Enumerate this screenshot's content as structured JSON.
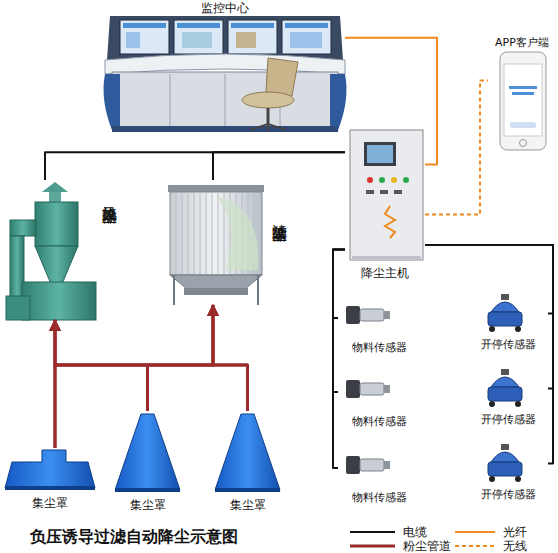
{
  "diagram": {
    "caption": "负压诱导过滤自动降尘示意图",
    "nodes": [
      {
        "text": [
          "监控中心"
        ]
      },
      {
        "text": [
          "APP客户端"
        ]
      },
      {
        "text": [
          "旋风除尘器"
        ]
      },
      {
        "text": [
          "滤袋除尘器"
        ]
      },
      {
        "text": [
          "降尘主机"
        ]
      },
      {
        "text": [
          "物料传感器"
        ]
      },
      {
        "text": [
          "开停传感器"
        ]
      },
      {
        "text": [
          "物料传感器"
        ]
      },
      {
        "text": [
          "开停传感器"
        ]
      },
      {
        "text": [
          "物料传感器"
        ]
      },
      {
        "text": [
          "开停传感器"
        ]
      },
      {
        "text": [
          "集尘罩"
        ]
      },
      {
        "text": [
          "集尘罩"
        ]
      },
      {
        "text": [
          "集尘罩"
        ]
      }
    ],
    "edges": [
      {
        "from": 4,
        "to": 0,
        "arrow": "none"
      },
      {
        "from": 4,
        "to": 1,
        "arrow": "none"
      },
      {
        "from": 4,
        "to": 2,
        "arrow": "none"
      },
      {
        "from": 4,
        "to": 3,
        "arrow": "none"
      },
      {
        "from": 4,
        "to": 5,
        "arrow": "none"
      },
      {
        "from": 4,
        "to": 7,
        "arrow": "none"
      },
      {
        "from": 4,
        "to": 9,
        "arrow": "none"
      },
      {
        "from": 4,
        "to": 6,
        "arrow": "none"
      },
      {
        "from": 4,
        "to": 8,
        "arrow": "none"
      },
      {
        "from": 4,
        "to": 10,
        "arrow": "none"
      },
      {
        "from": 11,
        "to": 2,
        "arrow": "to"
      },
      {
        "from": 11,
        "to": 3,
        "arrow": "to"
      },
      {
        "from": 12,
        "to": 2,
        "arrow": "to"
      },
      {
        "from": 12,
        "to": 3,
        "arrow": "to"
      },
      {
        "from": 13,
        "to": 2,
        "arrow": "to"
      },
      {
        "from": 13,
        "to": 3,
        "arrow": "to"
      }
    ],
    "legend": [
      {
        "text": "电缆"
      },
      {
        "text": "光纤"
      },
      {
        "text": "粉尘管道"
      },
      {
        "text": "无线"
      }
    ]
  }
}
